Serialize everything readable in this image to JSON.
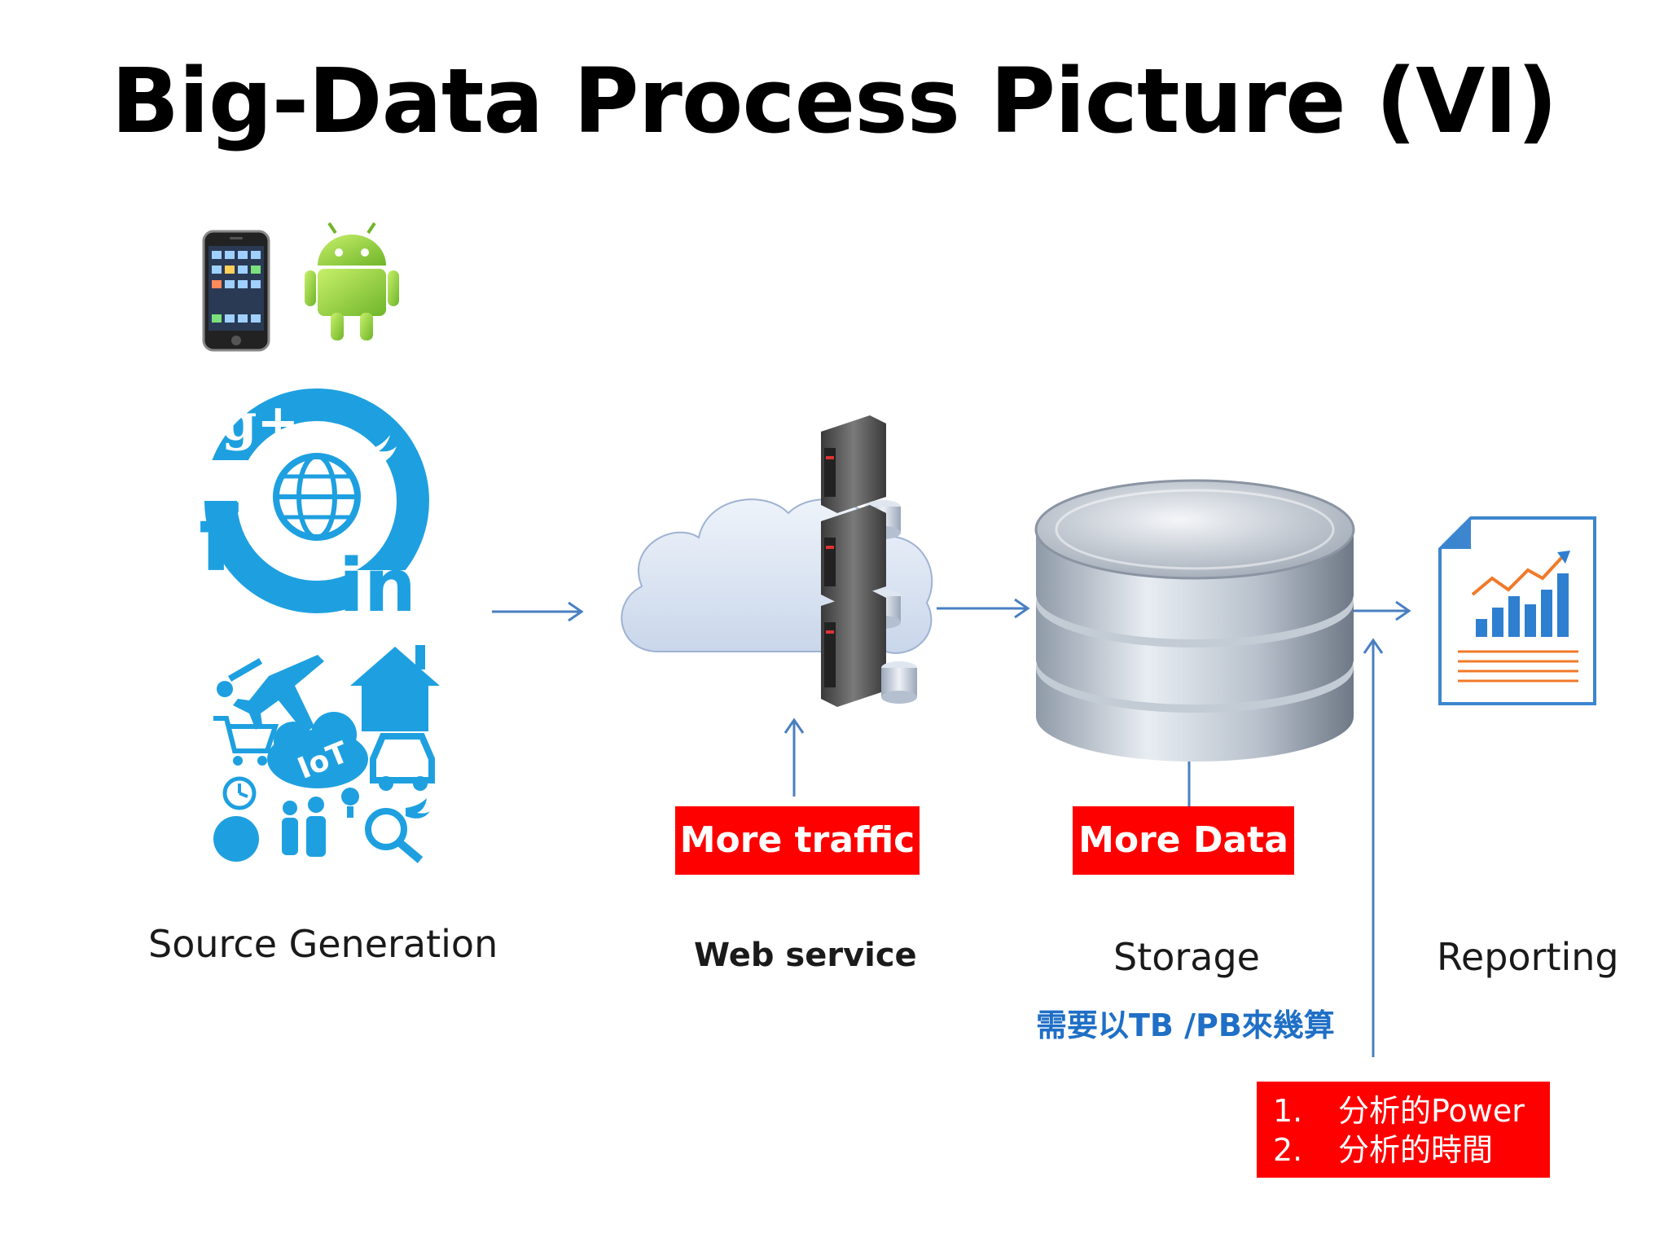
{
  "title": "Big-Data Process Picture (VI)",
  "stages": {
    "source": "Source Generation",
    "web": "Web service",
    "storage": "Storage",
    "reporting": "Reporting"
  },
  "callouts": {
    "traffic": "More traffic",
    "data": "More Data"
  },
  "storage_note": "需要以TB /PB來幾算",
  "analysis_list": [
    {
      "num": "1.",
      "text": "分析的Power"
    },
    {
      "num": "2.",
      "text": "分析的時間"
    }
  ],
  "icons": {
    "iot": "IoT",
    "colors": {
      "accent_blue": "#1ea0e0",
      "arrow_blue": "#4a7fc1",
      "callout_red": "#ff0000",
      "note_blue": "#1f6fc6",
      "android_green": "#8fd13f",
      "report_orange": "#f07a2a"
    }
  }
}
